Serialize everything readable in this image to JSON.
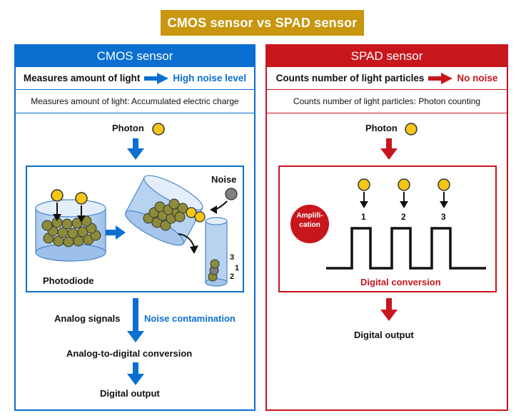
{
  "title": "CMOS sensor vs SPAD sensor",
  "cmos": {
    "header": "CMOS sensor",
    "measures": "Measures amount of light",
    "result": "High noise level",
    "description": "Measures amount of light: Accumulated electric charge",
    "photon_label": "Photon",
    "noise_label": "Noise",
    "photodiode_label": "Photodiode",
    "bucket_counts": [
      "3",
      "1",
      "2"
    ],
    "analog_signals": "Analog signals",
    "noise_contamination": "Noise contamination",
    "adc": "Analog-to-digital conversion",
    "digital_output": "Digital output"
  },
  "spad": {
    "header": "SPAD sensor",
    "counts": "Counts number of light particles",
    "result": "No noise",
    "description": "Counts number of light particles: Photon counting",
    "photon_label": "Photon",
    "amplification": "Amplifi-\ncation",
    "pulse_numbers": [
      "1",
      "2",
      "3"
    ],
    "digital_conversion": "Digital conversion",
    "digital_output": "Digital output"
  },
  "colors": {
    "cmos_blue": "#0a6fd0",
    "spad_red": "#c8161d",
    "title_gold": "#c8960f",
    "photon_yellow": "#f5c518",
    "particle_olive": "#8c8c3a",
    "noise_gray": "#808080"
  }
}
